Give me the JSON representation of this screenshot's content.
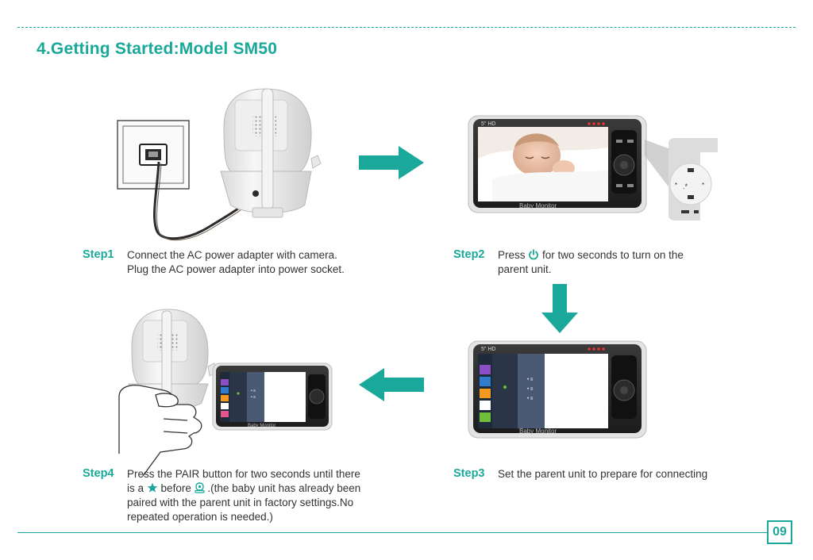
{
  "heading": "4.Getting Started:Model SM50",
  "colors": {
    "accent": "#1aa89a",
    "menu_purple": "#8a4fc4",
    "menu_blue": "#2f7ccc",
    "menu_orange": "#f29a1f",
    "menu_green": "#6fbf3a",
    "menu_pink": "#e2568e",
    "screen_dark": "#1f2b3a",
    "screen_panel": "#4a5a74"
  },
  "screen_label": "Baby Monitor",
  "screen_badge": "5\" HD",
  "steps": [
    {
      "label": "Step1",
      "lines": [
        "Connect the AC power adapter with camera.",
        "Plug the AC power adapter into power socket."
      ]
    },
    {
      "label": "Step2",
      "line1_before": "Press",
      "line1_after": "for two seconds to turn on the",
      "line2": "parent unit."
    },
    {
      "label": "Step3",
      "lines": [
        "Set the parent unit to prepare for connecting"
      ]
    },
    {
      "label": "Step4",
      "line1": "Press the PAIR button for two seconds until there",
      "line2_before": "is a",
      "line2_mid": "before",
      "line2_after": ".(the baby unit has already been",
      "line3": "paired with the parent unit in factory settings.No",
      "line4": "repeated operation is needed.)"
    }
  ],
  "icons": {
    "power": "power-icon",
    "star": "star-icon",
    "baby_unit": "baby-unit-icon"
  },
  "page_number": "09"
}
